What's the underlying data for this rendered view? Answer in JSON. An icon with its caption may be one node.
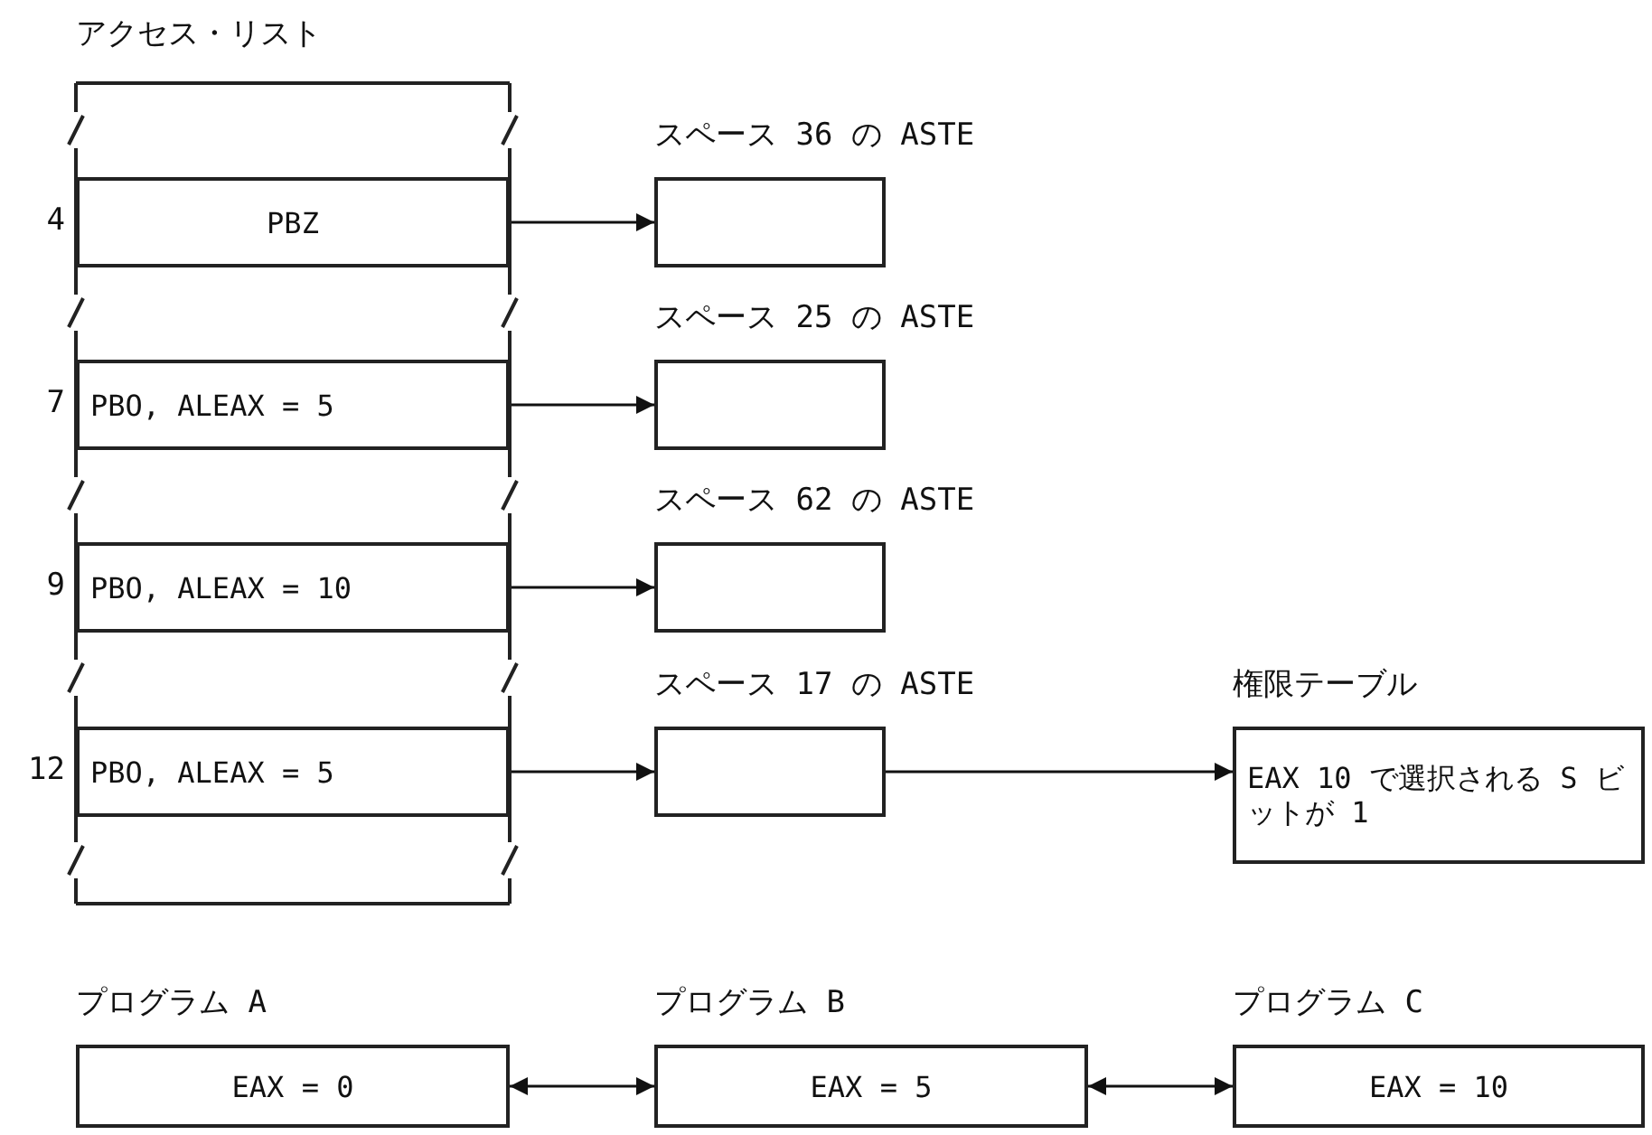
{
  "diagram": {
    "nodes": [
      {
        "text": [
          "アクセス・リスト"
        ]
      },
      {
        "text": [
          "PBZ"
        ],
        "in": 0,
        "beside": [
          "4"
        ]
      },
      {
        "text": [
          "PBO, ALEAX = 5"
        ],
        "in": 0,
        "beside": [
          "7"
        ]
      },
      {
        "text": [
          "PBO, ALEAX = 10"
        ],
        "in": 0,
        "beside": [
          "9"
        ]
      },
      {
        "text": [
          "PBO, ALEAX = 5"
        ],
        "in": 0,
        "beside": [
          "12"
        ]
      },
      {
        "text": [
          "スペース 36 の ASTE"
        ]
      },
      {
        "text": [
          "スペース 25 の ASTE"
        ]
      },
      {
        "text": [
          "スペース 62 の ASTE"
        ]
      },
      {
        "text": [
          "スペース 17 の ASTE"
        ]
      },
      {
        "text": [
          "権限テーブル",
          "EAX 10 で選択される S ビットが 1"
        ]
      },
      {
        "text": [
          "プログラム A",
          "EAX = 0"
        ]
      },
      {
        "text": [
          "プログラム B",
          "EAX = 5"
        ]
      },
      {
        "text": [
          "プログラム C",
          "EAX = 10"
        ]
      }
    ],
    "edges": [
      {
        "from": 1,
        "to": 5,
        "arrow": "to"
      },
      {
        "from": 2,
        "to": 6,
        "arrow": "to"
      },
      {
        "from": 3,
        "to": 7,
        "arrow": "to"
      },
      {
        "from": 4,
        "to": 8,
        "arrow": "to"
      },
      {
        "from": 8,
        "to": 9,
        "arrow": "to"
      },
      {
        "from": 10,
        "to": 11,
        "arrow": "both"
      },
      {
        "from": 11,
        "to": 12,
        "arrow": "both"
      }
    ]
  }
}
